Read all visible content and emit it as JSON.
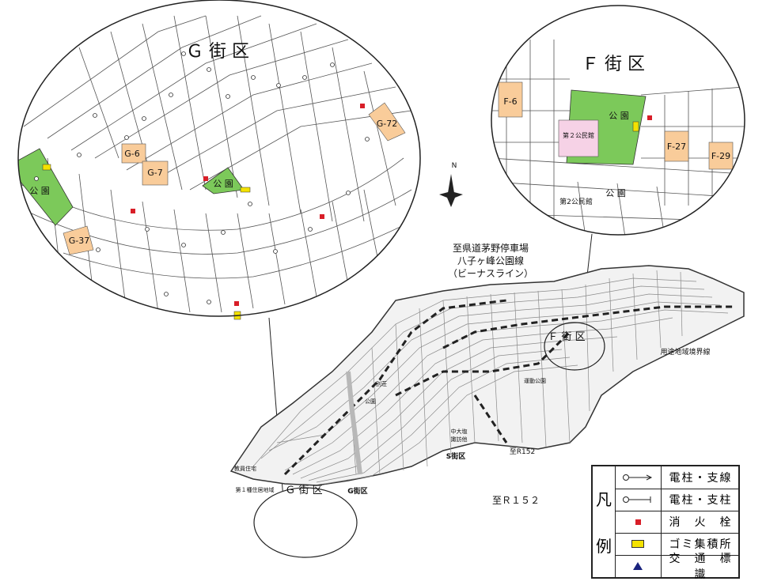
{
  "callouts": {
    "g_title": "Ｇ 街 区",
    "f_title": "Ｆ 街 区",
    "park": "公 園",
    "park_short": "公園",
    "community_hall_2": "第２公民館",
    "community_hall_2_small": "第2公民館",
    "g_lots": [
      "G-6",
      "G-7",
      "G-37",
      "G-72"
    ],
    "f_lots": [
      "F-6",
      "F-27",
      "F-29"
    ]
  },
  "map": {
    "north_mark": "N",
    "route_top_1": "至県道茅野停車場",
    "route_top_2": "八子ヶ峰公園線",
    "route_top_3": "（ビーナスライン）",
    "route_bottom": "至Ｒ１５２",
    "route_small": "至R152",
    "g_district": "Ｇ 街 区",
    "f_district": "Ｆ 街 区",
    "s_district": "S街区",
    "g_district_small": "G街区",
    "zoning_boundary": "用途地域境界線",
    "small_labels": [
      "中大塩",
      "諏訪他",
      "運動公園",
      "教員住宅",
      "第１種住居地域",
      "別荘",
      "公園"
    ]
  },
  "legend": {
    "title_top": "凡",
    "title_bottom": "例",
    "items": [
      {
        "label": "電柱・支線",
        "icon": "pole-guy-wire-icon"
      },
      {
        "label": "電柱・支柱",
        "icon": "pole-strut-icon"
      },
      {
        "label": "消　火　栓",
        "icon": "fire-hydrant-icon",
        "color": "#d81e28"
      },
      {
        "label": "ゴミ集積所",
        "icon": "garbage-station-icon",
        "color": "#f4e200"
      },
      {
        "label": "交　通　標　識",
        "icon": "traffic-sign-icon",
        "color": "#1a237e"
      }
    ]
  },
  "colors": {
    "park": "#7cc95a",
    "lot": "#f9cc9a",
    "hall": "#f6d2e6",
    "hydrant": "#d81e28",
    "garbage": "#f4e200"
  }
}
